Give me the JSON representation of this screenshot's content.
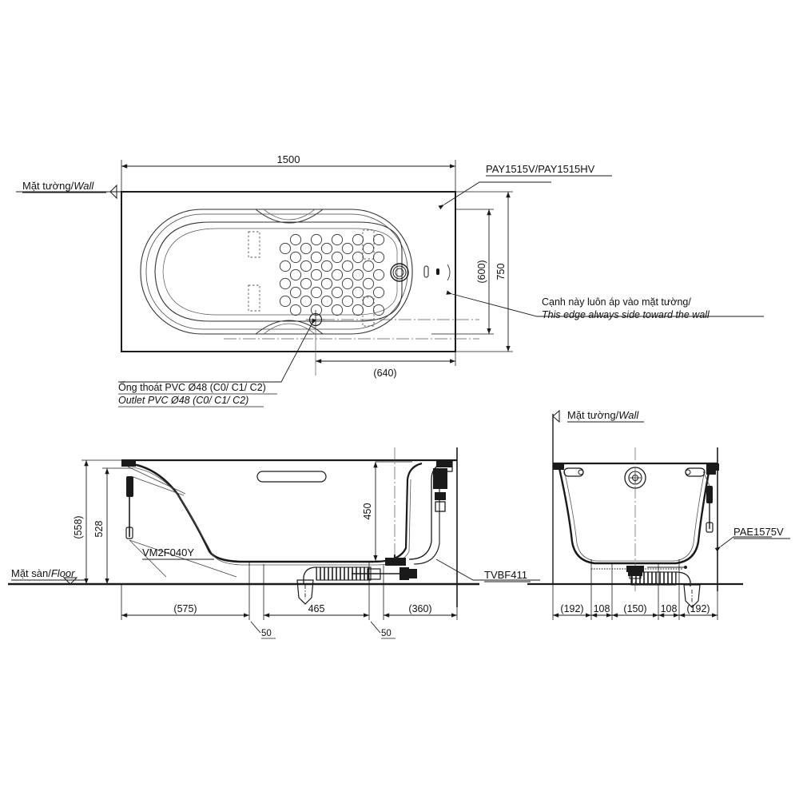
{
  "document": {
    "type": "technical-drawing",
    "subject": "Bathtub installation drawing"
  },
  "plan_view": {
    "dim_width": "1500",
    "dim_height_outer": "750",
    "dim_height_inner": "(600)",
    "dim_drain_offset": "(640)",
    "label_wall": "Mặt tường/",
    "label_wall_italic": "Wall",
    "label_product": "PAY1515V/PAY1515HV",
    "note_edge_vi": "Cạnh này luôn áp vào mặt tường/",
    "note_edge_en": "This edge always side toward the wall",
    "note_outlet_vi": "Ống thoát PVC Ø48 (C0/ C1/ C2)",
    "note_outlet_en": "Outlet PVC Ø48 (C0/ C1/ C2)"
  },
  "side_elevation": {
    "dim_total_height": "(558)",
    "dim_rim_height": "528",
    "dim_overflow_height": "450",
    "dim_left": "(575)",
    "dim_mid": "465",
    "dim_right": "(360)",
    "dim_gap_left": "50",
    "dim_gap_right": "50",
    "label_floor_vi": "Mặt sàn/",
    "label_floor_italic": "Floor",
    "label_part_handle": "VM2F040Y",
    "label_part_drain": "TVBF411"
  },
  "end_elevation": {
    "label_wall": "Mặt tường/",
    "label_wall_italic": "Wall",
    "label_part_apron": "PAE1575V",
    "dim_1": "(192)",
    "dim_2": "108",
    "dim_3": "(150)",
    "dim_4": "108",
    "dim_5": "(192)"
  },
  "colors": {
    "line": "#1a1a1a",
    "thin": "#555555",
    "background": "#ffffff"
  }
}
